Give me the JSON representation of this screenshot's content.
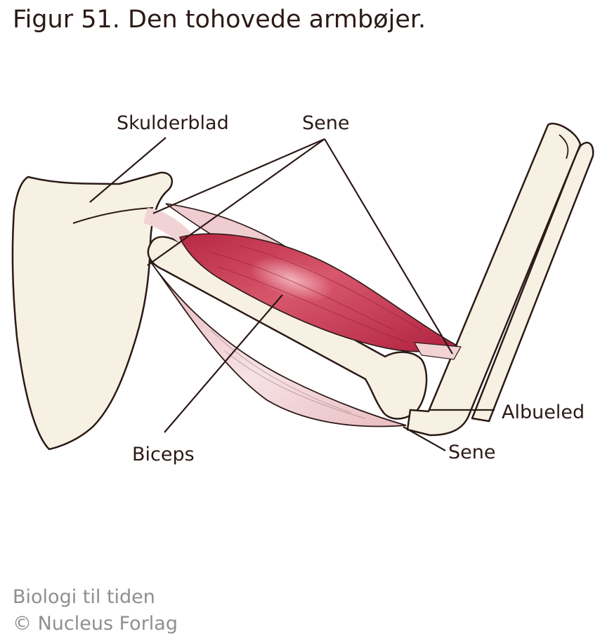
{
  "title": "Figur 51. Den tohovede armbøjer.",
  "labels": {
    "scapula": "Skulderblad",
    "tendon_top": "Sene",
    "biceps": "Biceps",
    "elbow": "Albueled",
    "tendon_bottom": "Sene"
  },
  "credit": {
    "line1": "Biologi til tiden",
    "line2": "© Nucleus Forlag"
  },
  "colors": {
    "bone": "#f6f1e2",
    "outline": "#2b1a17",
    "biceps": "#c0304a",
    "muscle_pale": "#edc3c6",
    "tendon": "#f2d3d5"
  }
}
